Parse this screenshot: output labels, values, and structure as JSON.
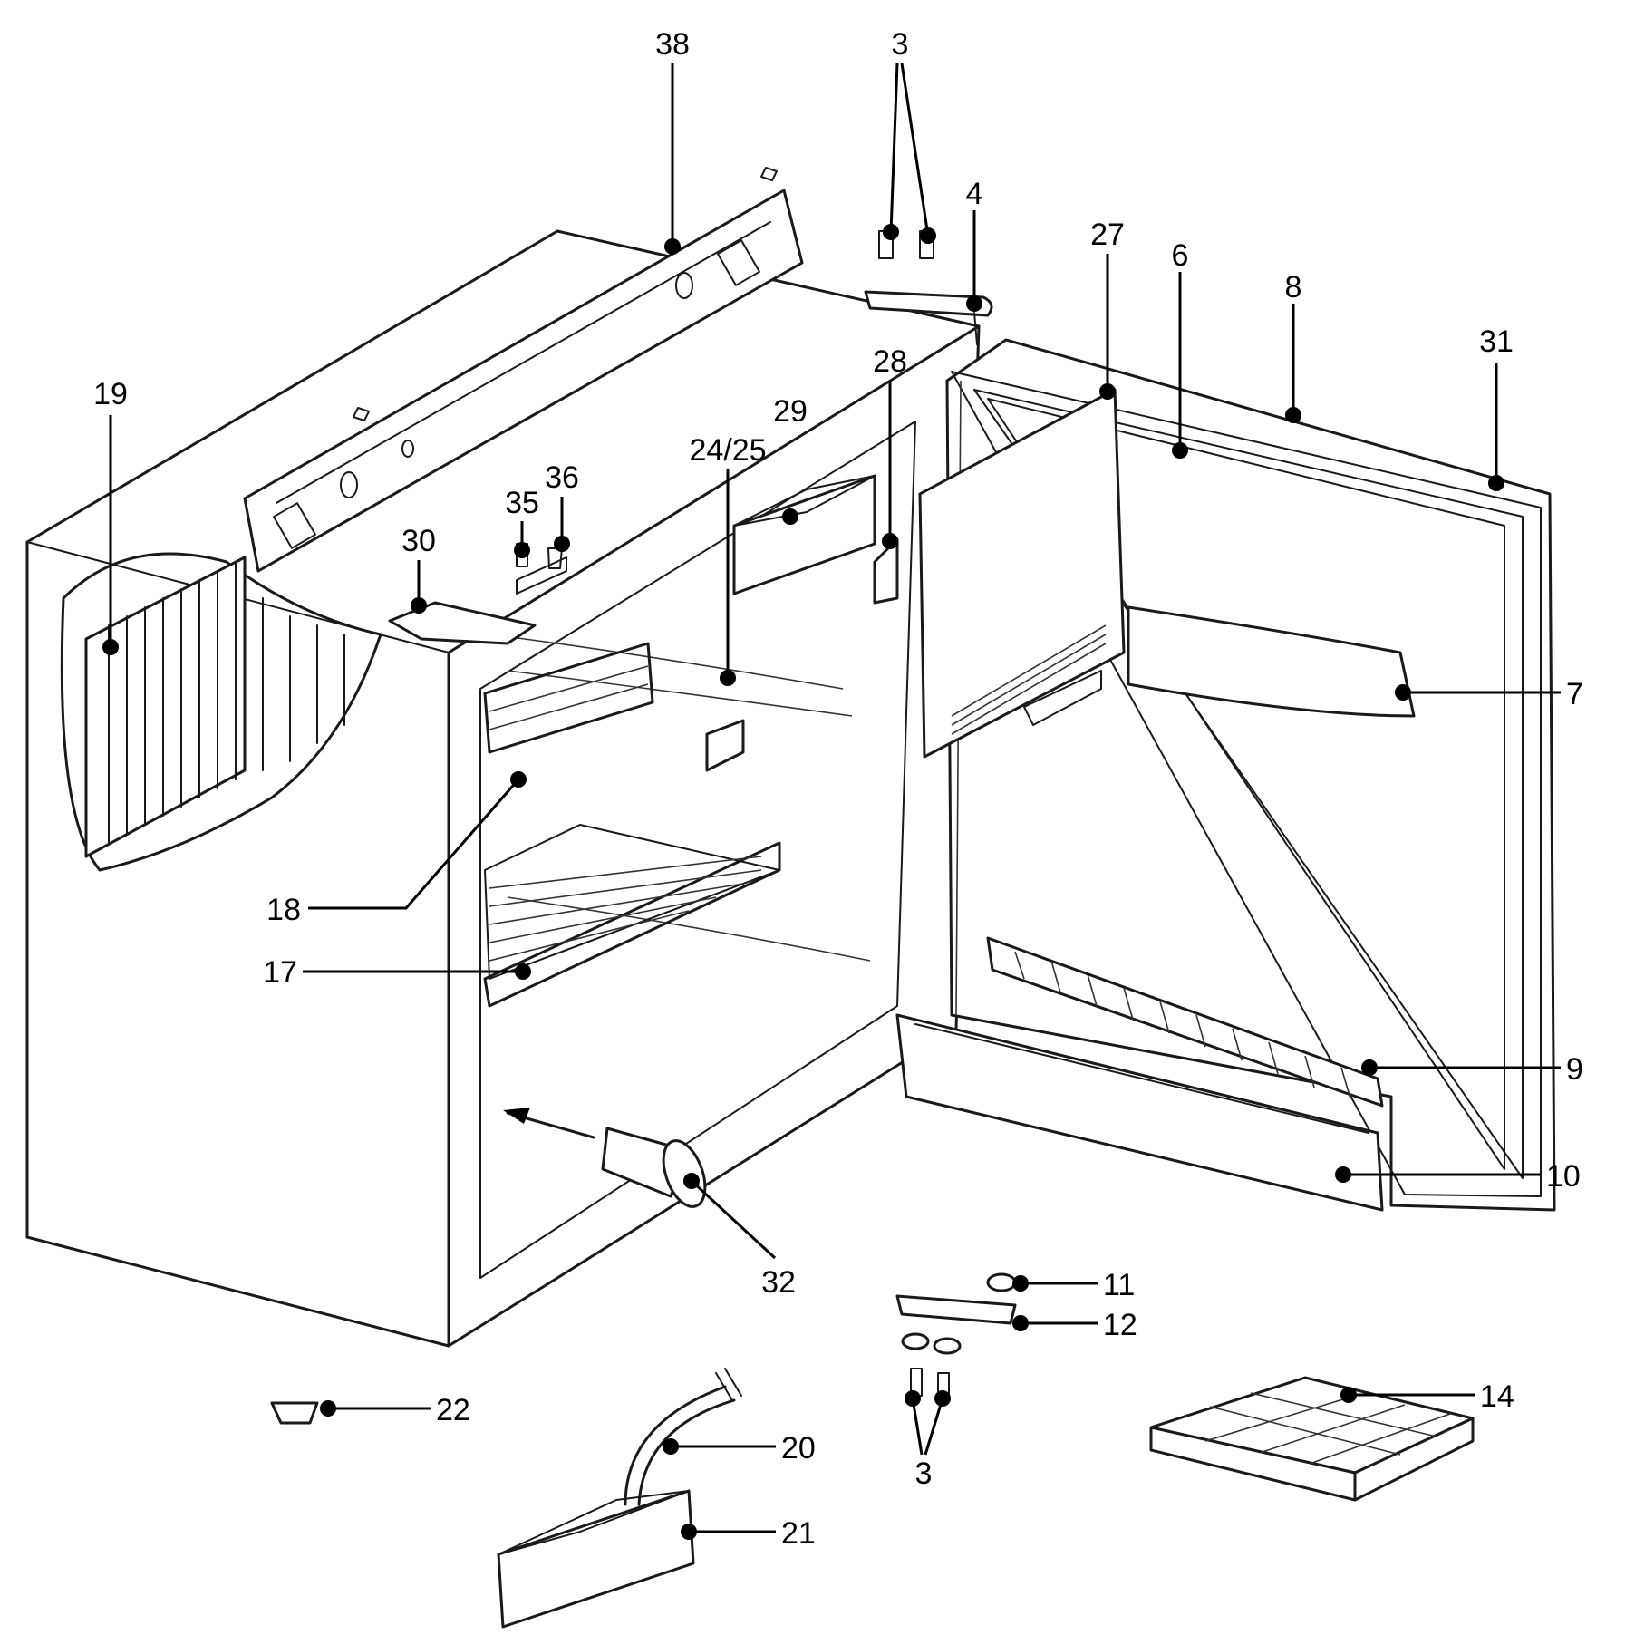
{
  "callouts": [
    {
      "id": "c38",
      "text": "38"
    },
    {
      "id": "c3a",
      "text": "3"
    },
    {
      "id": "c4",
      "text": "4"
    },
    {
      "id": "c27",
      "text": "27"
    },
    {
      "id": "c6",
      "text": "6"
    },
    {
      "id": "c8",
      "text": "8"
    },
    {
      "id": "c31",
      "text": "31"
    },
    {
      "id": "c28",
      "text": "28"
    },
    {
      "id": "c29",
      "text": "29"
    },
    {
      "id": "c2425",
      "text": "24/25"
    },
    {
      "id": "c36",
      "text": "36"
    },
    {
      "id": "c35",
      "text": "35"
    },
    {
      "id": "c30",
      "text": "30"
    },
    {
      "id": "c19",
      "text": "19"
    },
    {
      "id": "c7",
      "text": "7"
    },
    {
      "id": "c18",
      "text": "18"
    },
    {
      "id": "c17",
      "text": "17"
    },
    {
      "id": "c9",
      "text": "9"
    },
    {
      "id": "c10",
      "text": "10"
    },
    {
      "id": "c32",
      "text": "32"
    },
    {
      "id": "c11",
      "text": "11"
    },
    {
      "id": "c12",
      "text": "12"
    },
    {
      "id": "c14",
      "text": "14"
    },
    {
      "id": "c22",
      "text": "22"
    },
    {
      "id": "c20",
      "text": "20"
    },
    {
      "id": "c3b",
      "text": "3"
    },
    {
      "id": "c21",
      "text": "21"
    }
  ]
}
